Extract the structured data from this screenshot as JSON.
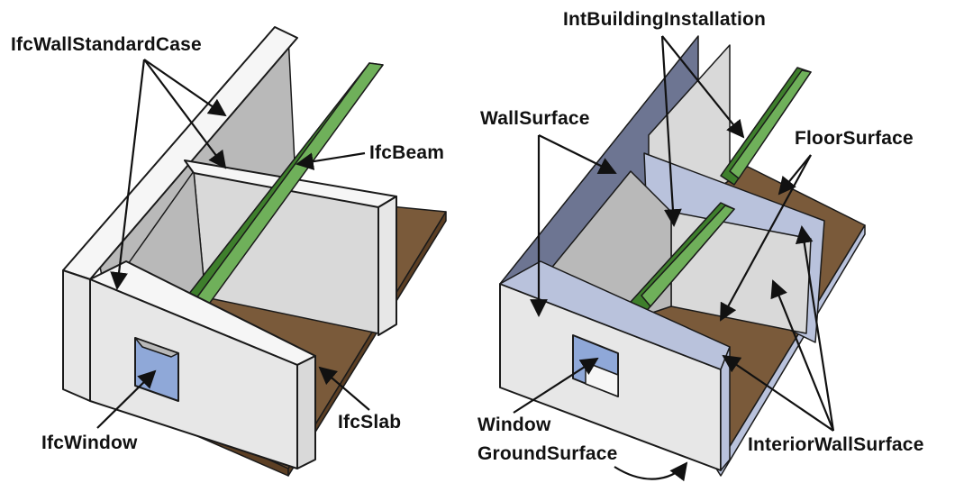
{
  "colors": {
    "wall_top": "#f6f6f6",
    "wall_front": "#e7e7e7",
    "wall_inner": "#d9d9d9",
    "wall_dark": "#b9b9b9",
    "slab_top": "#7a5a3a",
    "slab_side": "#5c3f24",
    "beam_top": "#6fb05a",
    "beam_side": "#3e7f2c",
    "window": "#8fa8d8",
    "surface_blue": "#b9c2dc",
    "surface_dark": "#6d7592"
  },
  "left_diagram": {
    "labels": {
      "wall": "IfcWallStandardCase",
      "beam": "IfcBeam",
      "slab": "IfcSlab",
      "window": "IfcWindow"
    }
  },
  "right_diagram": {
    "labels": {
      "installation": "IntBuildingInstallation",
      "wall_surface": "WallSurface",
      "floor_surface": "FloorSurface",
      "window": "Window",
      "ground_surface": "GroundSurface",
      "interior_wall_surface": "InteriorWallSurface"
    }
  }
}
